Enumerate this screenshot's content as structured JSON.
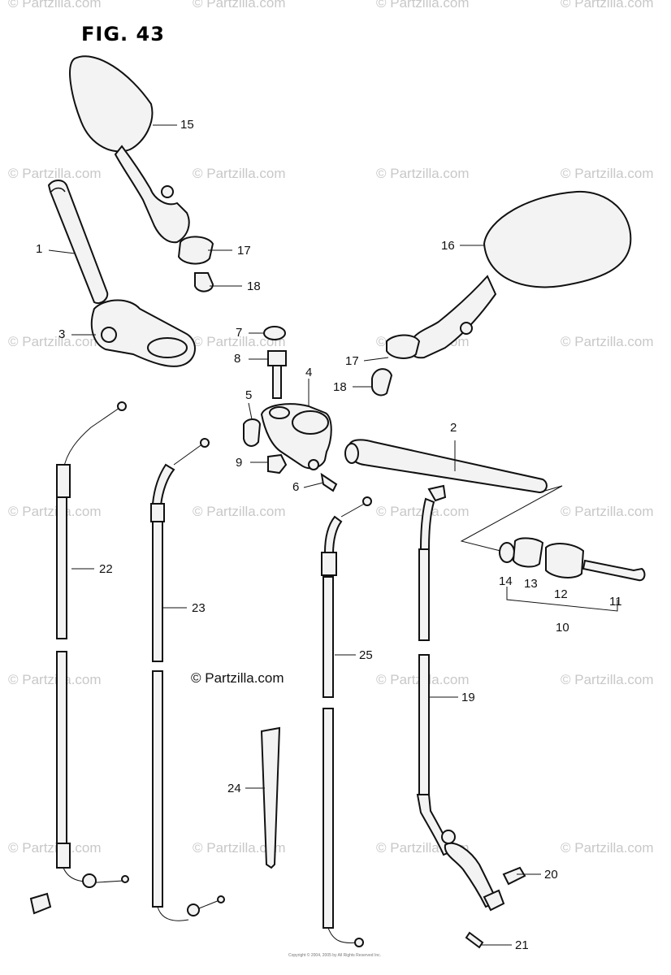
{
  "figure": {
    "title": "FIG. 43"
  },
  "watermark": "© Partzilla.com",
  "center_copyright": "© Partzilla.com",
  "footer_text": "Copyright © 2004, 2005 by All Rights Reserved Inc.",
  "callouts": {
    "c1": "1",
    "c2": "2",
    "c3": "3",
    "c4": "4",
    "c5": "5",
    "c6": "6",
    "c7": "7",
    "c8": "8",
    "c9": "9",
    "c10": "10",
    "c11": "11",
    "c12": "12",
    "c13": "13",
    "c14": "14",
    "c15": "15",
    "c16": "16",
    "c17a": "17",
    "c17b": "17",
    "c18a": "18",
    "c18b": "18",
    "c19": "19",
    "c20": "20",
    "c21": "21",
    "c22": "22",
    "c23": "23",
    "c24": "24",
    "c25": "25"
  }
}
